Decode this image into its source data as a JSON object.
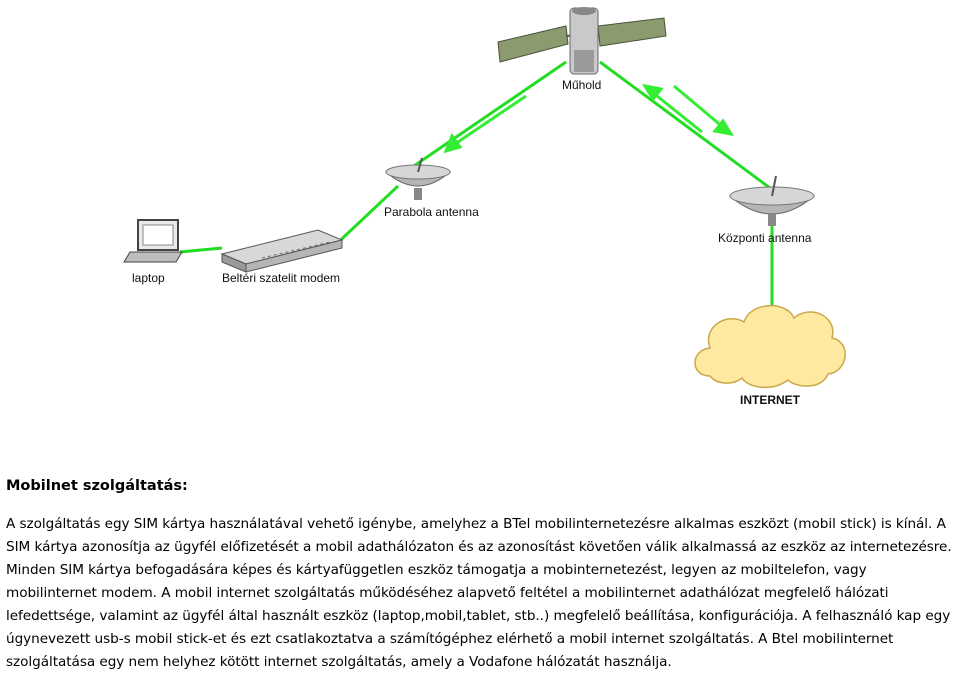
{
  "diagram": {
    "labels": {
      "satellite": "Műhold",
      "parabola_antenna": "Parabola antenna",
      "central_antenna": "Központi antenna",
      "laptop": "laptop",
      "modem": "Beltéri szatelit modem",
      "internet": "INTERNET"
    },
    "colors": {
      "link": "#22dd22",
      "arrow": "#33ee33",
      "cloud": "#ffe9a0"
    }
  },
  "article": {
    "heading": "Mobilnet szolgáltatás:",
    "body": "A szolgáltatás egy SIM kártya használatával vehető igénybe, amelyhez a BTel mobilinternetezésre alkalmas eszközt (mobil stick) is kínál. A SIM kártya azonosítja az ügyfél előfizetését a mobil adathálózaton és az azonosítást követően válik alkalmassá az eszköz az internetezésre. Minden SIM kártya befogadására képes és kártyafüggetlen eszköz támogatja a mobinternetezést, legyen az mobiltelefon, vagy mobilinternet modem. A mobil internet szolgáltatás működéséhez alapvető feltétel a mobilinternet adathálózat megfelelő hálózati lefedettsége, valamint az ügyfél által használt eszköz (laptop,mobil,tablet, stb..) megfelelő beállítása, konfigurációja. A felhasználó kap egy úgynevezett usb-s mobil stick-et és ezt csatlakoztatva a számítógéphez elérhető a mobil internet szolgáltatás. A Btel mobilinternet szolgáltatása egy nem helyhez kötött internet szolgáltatás, amely a Vodafone hálózatát használja."
  }
}
